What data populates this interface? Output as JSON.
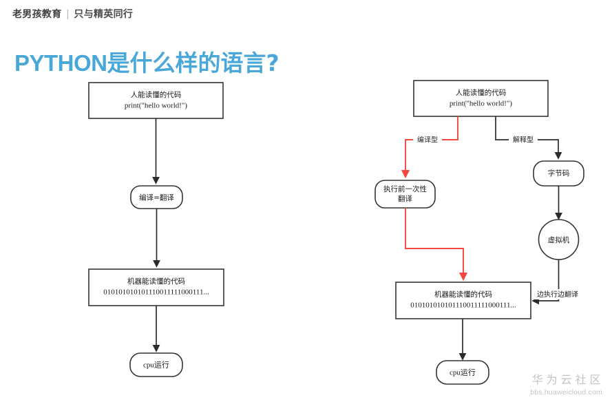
{
  "header": {
    "brand": "老男孩教育",
    "divider": "|",
    "tagline": "只与精英同行"
  },
  "title": {
    "latin": "PYTHON",
    "cjk": "是什么样的语言?"
  },
  "colors": {
    "title_blue": "#4aa8d8",
    "compiled_red": "#f4473f",
    "node_stroke": "#333333",
    "edge_black": "#2b2b2b",
    "watermark_gray": "#c3c3c3"
  },
  "diagrams": {
    "left": {
      "nodes": {
        "source_line1": "人能读懂的代码",
        "source_line2": "print(\"hello world!\")",
        "compile": "编译=翻译",
        "machine_line1": "机器能读懂的代码",
        "machine_line2": "010101010101110011111000111...",
        "cpu": "cpu运行"
      }
    },
    "right": {
      "nodes": {
        "source_line1": "人能读懂的代码",
        "source_line2": "print(\"hello world!\")",
        "ahead_of_time_line1": "执行前一次性",
        "ahead_of_time_line2": "翻译",
        "bytecode": "字节码",
        "vm": "虚拟机",
        "machine_line1": "机器能读懂的代码",
        "machine_line2": "010101010101110011111000111...",
        "cpu": "cpu运行"
      },
      "edge_labels": {
        "compiled": "编译型",
        "interpreted": "解释型",
        "jit": "边执行边翻译"
      }
    }
  },
  "watermark": {
    "cn": "华为云社区",
    "url": "bbs.huaweicloud.com"
  }
}
